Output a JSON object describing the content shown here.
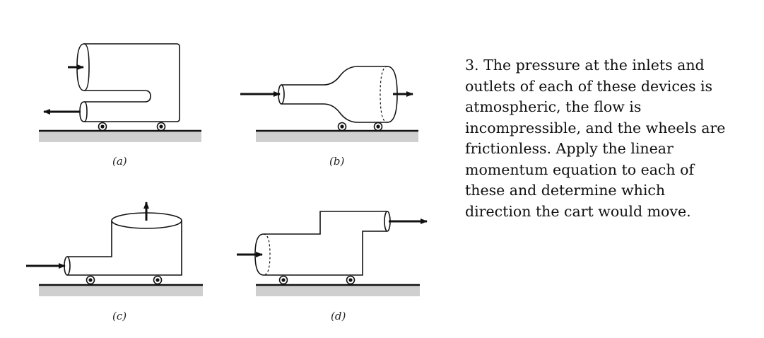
{
  "figures": {
    "a": {
      "label": "(a)"
    },
    "b": {
      "label": "(b)"
    },
    "c": {
      "label": "(c)"
    },
    "d": {
      "label": "(d)"
    }
  },
  "question": {
    "lines": [
      "3. The pressure at the inlets and",
      "outlets of each of these devices is",
      "atmospheric, the flow is",
      "incompressible, and the wheels are",
      "frictionless. Apply the linear",
      "momentum equation to each of",
      "these and determine which",
      "direction the cart would move."
    ]
  },
  "colors": {
    "ground": "#cfcfcf",
    "stroke": "#111111",
    "text": "#111111"
  }
}
